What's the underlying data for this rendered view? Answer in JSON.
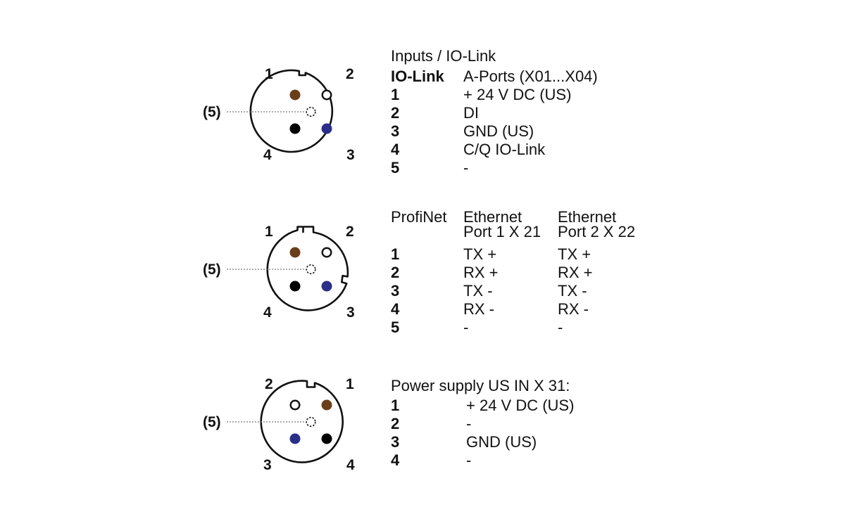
{
  "connectors": [
    {
      "pin_labels": {
        "tl": "1",
        "tr": "2",
        "bl": "4",
        "br": "3"
      },
      "center_label": "(5)",
      "pins": {
        "tl": "#6b3e1a",
        "tr": "open",
        "bl": "#000000",
        "br": "#2a2f8a"
      },
      "key": "top"
    },
    {
      "pin_labels": {
        "tl": "1",
        "tr": "2",
        "bl": "4",
        "br": "3"
      },
      "center_label": "(5)",
      "pins": {
        "tl": "#6b3e1a",
        "tr": "open",
        "bl": "#000000",
        "br": "#2a2f8a"
      },
      "key": "top-and-right"
    },
    {
      "pin_labels": {
        "tl": "2",
        "tr": "1",
        "bl": "3",
        "br": "4"
      },
      "center_label": "(5)",
      "pins": {
        "tl": "open",
        "tr": "#6b3e1a",
        "bl": "#2a2f8a",
        "br": "#000000"
      },
      "key": "top"
    }
  ],
  "tables": {
    "io_link": {
      "title": "Inputs / IO-Link",
      "header_col1": "IO-Link",
      "header_col2": "A-Ports (X01...X04)",
      "rows": [
        {
          "pin": "1",
          "value": "+ 24 V DC (US)"
        },
        {
          "pin": "2",
          "value": "DI"
        },
        {
          "pin": "3",
          "value": "GND (US)"
        },
        {
          "pin": "4",
          "value": "C/Q IO-Link"
        },
        {
          "pin": "5",
          "value": "-"
        }
      ]
    },
    "profinet": {
      "header_col1": "ProfiNet",
      "header_col2_line1": "Ethernet",
      "header_col2_line2": "Port 1 X 21",
      "header_col3_line1": "Ethernet",
      "header_col3_line2": "Port 2 X 22",
      "rows": [
        {
          "pin": "1",
          "port1": "TX +",
          "port2": "TX +"
        },
        {
          "pin": "2",
          "port1": "RX +",
          "port2": "RX +"
        },
        {
          "pin": "3",
          "port1": "TX -",
          "port2": "TX -"
        },
        {
          "pin": "4",
          "port1": "RX -",
          "port2": "RX -"
        },
        {
          "pin": "5",
          "port1": "-",
          "port2": "-"
        }
      ]
    },
    "power": {
      "title": "Power supply US IN X 31:",
      "rows": [
        {
          "pin": "1",
          "value": "+ 24 V DC (US)"
        },
        {
          "pin": "2",
          "value": "-"
        },
        {
          "pin": "3",
          "value": "GND (US)"
        },
        {
          "pin": "4",
          "value": "-"
        }
      ]
    }
  }
}
